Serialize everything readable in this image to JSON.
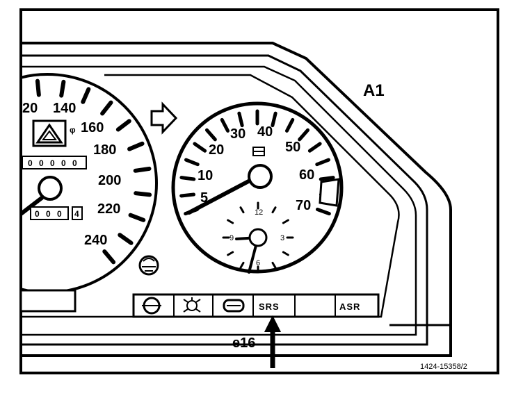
{
  "figure": {
    "section_label": "A1",
    "part_number": "1424-15358/2",
    "callout": "e16"
  },
  "speedometer": {
    "labels": [
      "20",
      "140",
      "160",
      "180",
      "200",
      "220",
      "240"
    ]
  },
  "tachometer": {
    "labels": [
      "5",
      "10",
      "20",
      "30",
      "40",
      "50",
      "60",
      "70"
    ],
    "clock_labels": [
      "12",
      "9",
      "3",
      "6"
    ]
  },
  "odometer": {
    "total_digits": [
      "0",
      "0",
      "0",
      "0",
      "0"
    ],
    "trip_digits": [
      "0",
      "0",
      "0"
    ],
    "trip_last": "4"
  },
  "indicator_strip": {
    "srs_label": "SRS",
    "asr_label": "ASR"
  }
}
